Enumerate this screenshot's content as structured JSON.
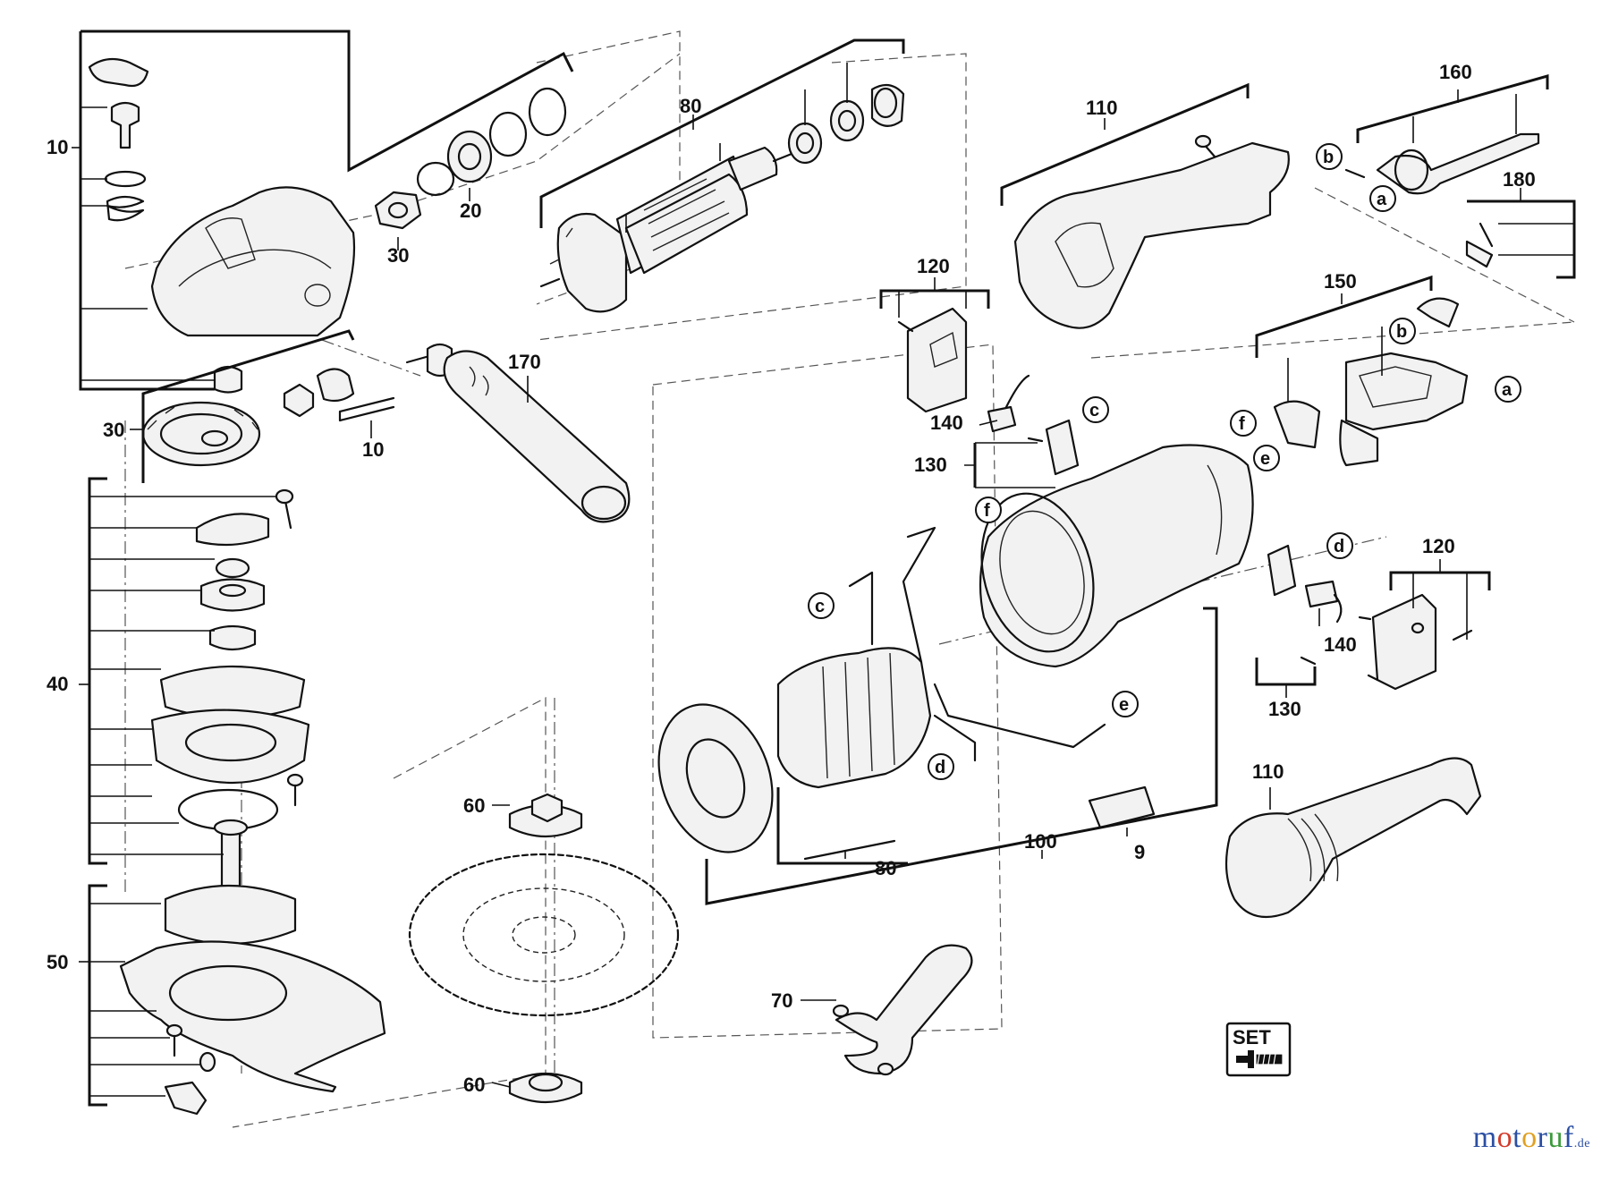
{
  "labels": {
    "p10a": "10",
    "p30a": "30",
    "p20": "20",
    "p80a": "80",
    "p30b": "30",
    "p10b": "10",
    "p170": "170",
    "p40": "40",
    "p50": "50",
    "p60a": "60",
    "p60b": "60",
    "p70": "70",
    "p110a": "110",
    "p160": "160",
    "p180": "180",
    "p120a": "120",
    "p150": "150",
    "p140a": "140",
    "p130a": "130",
    "p120b": "120",
    "p140b": "140",
    "p130b": "130",
    "p80b": "80",
    "p100": "100",
    "p9": "9",
    "p110b": "110"
  },
  "connectors": {
    "a1": "a",
    "a2": "a",
    "b1": "b",
    "b2": "b",
    "c1": "c",
    "c2": "c",
    "d1": "d",
    "d2": "d",
    "e1": "e",
    "e2": "e",
    "f1": "f",
    "f2": "f"
  },
  "badge": {
    "text": "SET"
  },
  "watermark": {
    "brand": "motoruf",
    "tld": ".de"
  }
}
